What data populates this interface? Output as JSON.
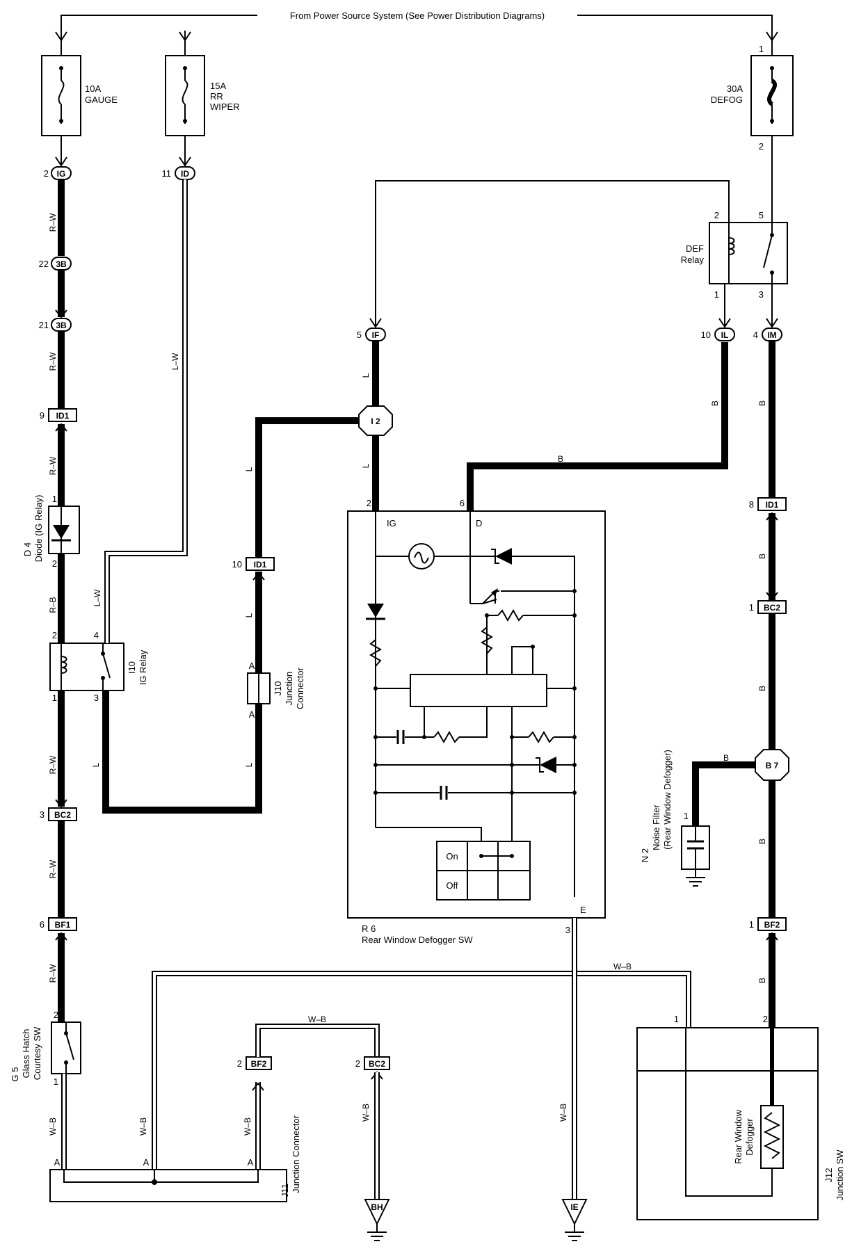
{
  "header": {
    "power_source": "From Power Source System (See Power Distribution Diagrams)"
  },
  "fuses": {
    "gauge": {
      "rating": "10A",
      "name": "GAUGE"
    },
    "rr_wiper": {
      "rating": "15A",
      "name": "RR",
      "name2": "WIPER"
    },
    "defog": {
      "rating": "30A",
      "name": "DEFOG"
    }
  },
  "connectors": {
    "ig": "IG",
    "id": "ID",
    "b3_22": "3B",
    "b3_21": "3B",
    "id1_9": "ID1",
    "bc2_3": "BC2",
    "bf1_6": "BF1",
    "if": "IF",
    "il": "IL",
    "im": "IM",
    "i2": "I 2",
    "id1_10": "ID1",
    "id1_8": "ID1",
    "bc2_1": "BC2",
    "b7": "B 7",
    "bf2_1": "BF2",
    "bf2_2": "BF2",
    "bc2_2": "BC2",
    "bh": "BH",
    "ie": "IE"
  },
  "pins": {
    "ig_pin": "2",
    "id_pin": "11",
    "b3_22": "22",
    "b3_21": "21",
    "id1_9": "9",
    "diode_1": "1",
    "diode_2": "2",
    "relay_2": "2",
    "relay_4": "4",
    "relay_1": "1",
    "relay_3": "3",
    "bc2_3": "3",
    "bf1_6": "6",
    "g5_2": "2",
    "g5_1": "1",
    "defog_1": "1",
    "defog_2": "2",
    "def_2": "2",
    "def_5": "5",
    "def_1": "1",
    "def_3": "3",
    "if_5": "5",
    "il_10": "10",
    "im_4": "4",
    "id1_10": "10",
    "j10_a1": "A",
    "j10_a2": "A",
    "sw_2": "2",
    "sw_6": "6",
    "sw_3": "3",
    "id1_8": "8",
    "bc2_1": "1",
    "n2_1": "1",
    "bf2_1": "1",
    "j12_1": "1",
    "j12_2": "2",
    "bf2_2": "2",
    "bc2_2": "2",
    "j11_a1": "A",
    "j11_a2": "A",
    "j11_a3": "A"
  },
  "wire_colors": {
    "rw": "R–W",
    "lw": "L–W",
    "rb": "R–B",
    "l": "L",
    "b": "B",
    "wb": "W–B"
  },
  "components": {
    "d4": {
      "id": "D 4",
      "name": "Diode (IG Relay)"
    },
    "i10": {
      "id": "I10",
      "name": "IG Relay"
    },
    "j10": {
      "id": "J10",
      "name": "Junction",
      "name2": "Connector"
    },
    "g5": {
      "id": "G 5",
      "name": "Glass Hatch",
      "name2": "Courtesy SW"
    },
    "j11": {
      "id": "J11",
      "name": "Junction Connector"
    },
    "def_relay": {
      "name": "DEF",
      "name2": "Relay"
    },
    "r6": {
      "id": "R 6",
      "name": "Rear Window Defogger SW",
      "term_ig": "IG",
      "term_d": "D",
      "term_e": "E",
      "on": "On",
      "off": "Off"
    },
    "n2": {
      "id": "N 2",
      "name": "Noise Filter",
      "name2": "(Rear Window Defogger)"
    },
    "j12": {
      "id": "J12",
      "name": "Junction SW",
      "defogger": "Rear Window",
      "defogger2": "Defogger"
    }
  }
}
